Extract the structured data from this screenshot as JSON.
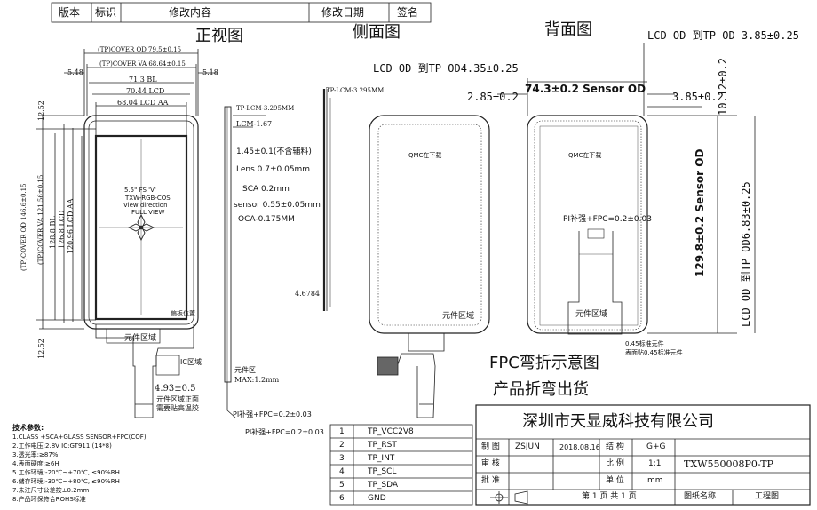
{
  "header": {
    "version": "版本",
    "mark": "标识",
    "content": "修改内容",
    "date": "修改日期",
    "sign": "签名"
  },
  "views": {
    "front": "正视图",
    "side": "侧面图",
    "back": "背面图"
  },
  "front": {
    "cover_od_w": "(TP)COVER OD 79.5±0.15",
    "cover_va_w": "(TP)COVER VA 68.64±0.15",
    "bl_w": "71.3 BL",
    "lcd_w": "70.44 LCD",
    "aa_w": "68.04 LCD AA",
    "left_margin": "5.48",
    "right_margin": "5.18",
    "top_gap": "12.52",
    "bottom_gap": "12.52",
    "cover_od_h": "(TP)COVER OD 146.6±0.15",
    "cover_va_h": "(TP)COVER VA 121.56±0.15",
    "bl_h": "128.8 BL",
    "lcd_h": "126.8 LCD",
    "aa_h": "120.96 LCD AA",
    "screen_l1": "5.5\" FS 'V'",
    "screen_l2": "TXW-RGB-COS",
    "screen_l3": "View direction",
    "screen_l4": "FULL VIEW",
    "corner": "偏板位置",
    "component_zone": "元件区域",
    "ic_zone": "IC区域",
    "tail_dim": "4.93±0.5",
    "tail_note1": "元件区域正面",
    "tail_note2": "需要贴高温胶"
  },
  "side": {
    "tp_lcm_a": "TP-LCM-3.295MM",
    "lcm": "LCM-1.67",
    "t145": "1.45±0.1(不含辅料)",
    "lens": "Lens 0.7±0.05mm",
    "sca": "SCA 0.2mm",
    "sensor": "sensor 0.55±0.05mm",
    "oca": "OCA-0.175MM",
    "h4678": "4.6784",
    "comp": "元件区",
    "max": "MAX:1.2mm",
    "pi_a": "PI补强+FPC=0.2±0.03",
    "pi_b": "PI补强+FPC=0.2±0.03",
    "tp_lcm_b": "TP-LCM-3.295MM"
  },
  "back_dims": {
    "lcd_tp_a": "LCD OD 到TP OD4.35±0.25",
    "d285": "2.85±0.2",
    "sensor_od_w": "74.3±0.2 Sensor OD",
    "d385": "3.85±0.2",
    "lcd_tp_b": "LCD OD 到TP OD 3.85±0.25",
    "d1012": "10.12±0.2",
    "sensor_od_h": "129.8±0.2 Sensor OD",
    "lcd_tp_c": "LCD OD 到TP OD6.83±0.25",
    "qmc1": "QMC在下载",
    "qmc2": "QMC在下载",
    "pi_note": "PI补强+FPC=0.2±0.03",
    "comp1": "元件区域",
    "comp2": "元件区域",
    "note_small1": "0.45标准元件",
    "note_small2": "表面贴0.45标准元件"
  },
  "fpc": {
    "bend": "FPC弯折示意图",
    "ship": "产品折弯出货"
  },
  "tech": {
    "title": "技术参数:",
    "items": [
      "1.CLASS +SCA+GLASS SENSOR+FPC(COF)",
      "2.工作电压:2.8V  IC:GT911  (14*8)",
      "3.透光率:≥87%",
      "4.表面硬度:≥6H",
      "5.工作环境:-20℃~+70℃, ≤90%RH",
      "6.储存环境:-30℃~+80℃, ≤90%RH",
      "7.未注尺寸公差按±0.2mm",
      "8.产品环保符合ROHS标准"
    ]
  },
  "pins": [
    {
      "n": "1",
      "name": "TP_VCC2V8"
    },
    {
      "n": "2",
      "name": "TP_RST"
    },
    {
      "n": "3",
      "name": "TP_INT"
    },
    {
      "n": "4",
      "name": "TP_SCL"
    },
    {
      "n": "5",
      "name": "TP_SDA"
    },
    {
      "n": "6",
      "name": "GND"
    }
  ],
  "title_block": {
    "company": "深圳市天显威科技有限公司",
    "r1": [
      "制 图",
      "ZSJUN",
      "2018.08.16",
      "结 构",
      "G+G"
    ],
    "r2": [
      "审 核",
      "",
      "",
      "比 例",
      "1:1"
    ],
    "r3": [
      "批 准",
      "",
      "",
      "单 位",
      "mm"
    ],
    "part": "TXW550008P0-TP",
    "page": "第 1 页   共 1 页",
    "drawing_name": "图纸名称",
    "drawing_type": "工程图"
  }
}
